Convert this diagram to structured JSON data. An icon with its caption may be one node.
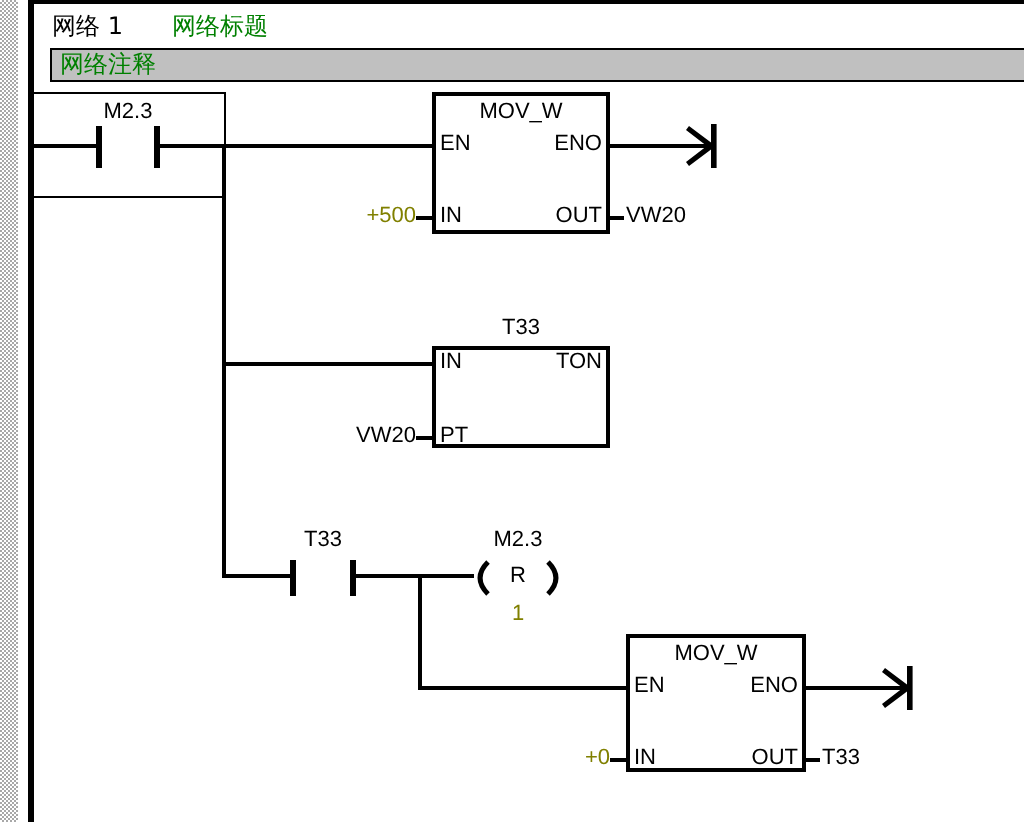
{
  "diagram": {
    "nodes": [
      {
        "text": [
          "网络注释"
        ]
      },
      {
        "text": [],
        "shape": "bar"
      },
      {
        "text": [
          "M2.3"
        ]
      },
      {
        "text": [
          "MOV_W",
          "EN",
          "ENO",
          "IN",
          "OUT"
        ],
        "beside": [
          "+500",
          "VW20"
        ]
      },
      {
        "text": [
          "T33",
          "IN",
          "TON",
          "PT"
        ],
        "beside": [
          "VW20"
        ]
      },
      {
        "text": [
          "T33"
        ]
      },
      {
        "text": [
          "M2.3",
          "R"
        ],
        "beside": [
          "1"
        ]
      },
      {
        "text": [
          "MOV_W",
          "EN",
          "ENO",
          "IN",
          "OUT"
        ],
        "beside": [
          "+0",
          "T33"
        ]
      }
    ],
    "edges": [
      {
        "from": 1,
        "to": 2,
        "arrow": "none"
      },
      {
        "from": 2,
        "to": 3,
        "arrow": "none"
      },
      {
        "from": 2,
        "to": 4,
        "arrow": "none"
      },
      {
        "from": 2,
        "to": 5,
        "arrow": "none"
      },
      {
        "from": 5,
        "to": 6,
        "arrow": "none"
      },
      {
        "from": 5,
        "to": 7,
        "arrow": "none"
      },
      {
        "from": 3,
        "to": null,
        "arrow": "to"
      },
      {
        "from": 7,
        "to": null,
        "arrow": "to"
      }
    ],
    "labels": [
      "网络 1",
      "网络标题"
    ]
  }
}
